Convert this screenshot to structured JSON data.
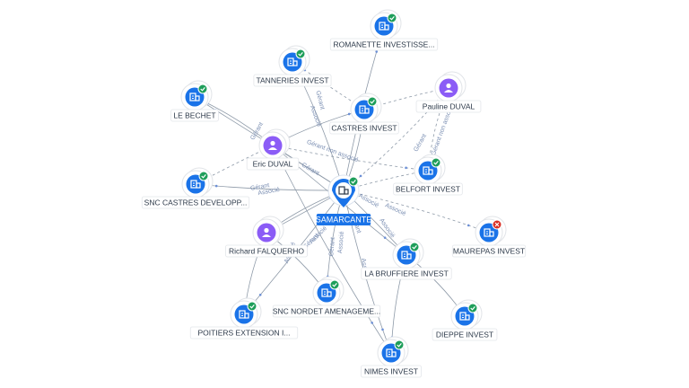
{
  "center": {
    "label": "SAMARCANTE",
    "icon": "company-icon",
    "status": "active"
  },
  "nodes": [
    {
      "id": "romanette",
      "label": "ROMANETTE INVESTISSE...",
      "kind": "company",
      "status": "active"
    },
    {
      "id": "tanneries",
      "label": "TANNERIES INVEST",
      "kind": "company",
      "status": "active"
    },
    {
      "id": "lebechet",
      "label": "LE BECHET",
      "kind": "company",
      "status": "active"
    },
    {
      "id": "pduval",
      "label": "Pauline DUVAL",
      "kind": "person"
    },
    {
      "id": "castres",
      "label": "CASTRES INVEST",
      "kind": "company",
      "status": "active"
    },
    {
      "id": "eduval",
      "label": "Eric DUVAL",
      "kind": "person"
    },
    {
      "id": "belfort",
      "label": "BELFORT INVEST",
      "kind": "company",
      "status": "active"
    },
    {
      "id": "snccastres",
      "label": "SNC CASTRES DEVELOPP...",
      "kind": "company",
      "status": "active"
    },
    {
      "id": "maurepas",
      "label": "MAUREPAS INVEST",
      "kind": "company",
      "status": "closed"
    },
    {
      "id": "rfalquerho",
      "label": "Richard FALQUERHO",
      "kind": "person"
    },
    {
      "id": "bruffiere",
      "label": "LA BRUFFIERE INVEST",
      "kind": "company",
      "status": "active"
    },
    {
      "id": "sncnordet",
      "label": "SNC NORDET AMENAGEME...",
      "kind": "company",
      "status": "active"
    },
    {
      "id": "poitiers",
      "label": "POITIERS EXTENSION I...",
      "kind": "company",
      "status": "active"
    },
    {
      "id": "dieppe",
      "label": "DIEPPE INVEST",
      "kind": "company",
      "status": "active"
    },
    {
      "id": "nimes",
      "label": "NIMES INVEST",
      "kind": "company",
      "status": "active"
    }
  ],
  "edge_labels": [
    "Gérant",
    "Associé",
    "Gérant non associé"
  ],
  "colors": {
    "company": "#1a73e8",
    "person": "#8b5cf6",
    "active_badge": "#1e9e5a",
    "closed_badge": "#d93025",
    "edge": "#8e9aa8",
    "edge_label": "#7b8fb3"
  }
}
